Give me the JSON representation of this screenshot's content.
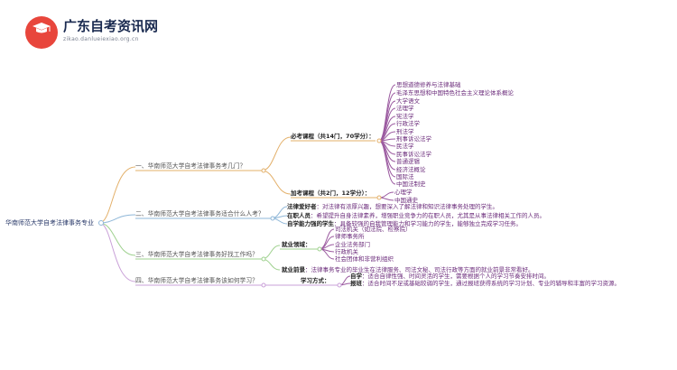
{
  "logo": {
    "title": "广东自考资讯网",
    "subtitle": "zikao.danlueiexiao.org.cn",
    "icon": "graduation-cap-icon",
    "color": "#e8463c"
  },
  "mindmap": {
    "root": "华南师范大学自考法律事务专业",
    "branches": [
      {
        "label": "一、华南师范大学自考法律事务考几门？",
        "groups": [
          {
            "label": "必考课程（共14门，70学分）：",
            "items": [
              "思想道德修养与法律基础",
              "毛泽东思想和中国特色社会主义理论体系概论",
              "大学语文",
              "法理学",
              "宪法学",
              "行政法学",
              "刑法学",
              "刑事诉讼法学",
              "民法学",
              "民事诉讼法学",
              "普通逻辑",
              "经济法概论",
              "国际法",
              "中国法制史"
            ]
          },
          {
            "label": "加考课程（共2门，12学分）：",
            "items": [
              "心理学",
              "中国通史"
            ]
          }
        ]
      },
      {
        "label": "二、华南师范大学自考法律事务适合什么人考？",
        "items": [
          {
            "key": "法律爱好者",
            "text": "：对法律有浓厚兴趣，想要深入了解法律和知识法律事务处理的学生。"
          },
          {
            "key": "在职人员",
            "text": "：希望提升自身法律素养，增强职业竞争力的在职人员，尤其是从事法律相关工作的人员。"
          },
          {
            "key": "自学能力强的学生",
            "text": "：具备较强的自我管理能力和学习能力的学生，能够独立完成学习任务。"
          }
        ]
      },
      {
        "label": "三、华南师范大学自考法律事务好找工作吗？",
        "groups": [
          {
            "label": "就业领域：",
            "items": [
              "司法机关（如法院、检察院）",
              "律师事务所",
              "企业法务部门",
              "行政机关",
              "社会团体和非营利组织"
            ]
          },
          {
            "label": "就业前景",
            "text": "：法律事务专业的毕业生在法律服务、司法文秘、司法行政等方面的就业前景非常看好。"
          }
        ]
      },
      {
        "label": "四、华南师范大学自考法律事务该如何学习？",
        "groups": [
          {
            "label": "学习方式：",
            "items": [
              {
                "key": "自学",
                "text": "：适合自律性强、时间灵活的学生，需要根据个人的学习节奏安排时间。"
              },
              {
                "key": "报班",
                "text": "：适合时间不足或基础较弱的学生，通过报班获得系统的学习计划、专业的辅导和丰富的学习资源。"
              }
            ]
          }
        ]
      }
    ]
  }
}
